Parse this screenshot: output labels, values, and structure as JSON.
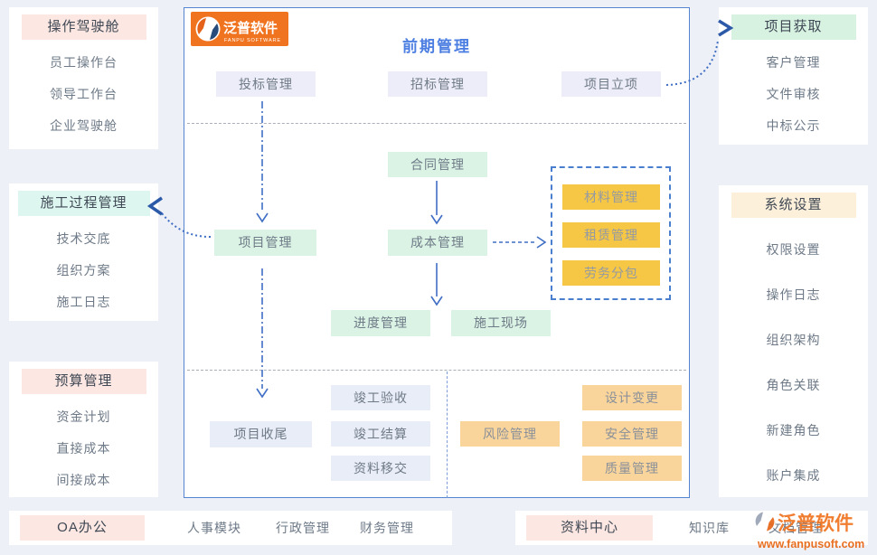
{
  "brand": {
    "logo_text": "泛普软件",
    "logo_subtext": "FANPU SOFTWARE",
    "watermark_text": "泛普软件",
    "watermark_url": "www.fanpusoft.com"
  },
  "left_panels": [
    {
      "title": "操作驾驶舱",
      "items": [
        "员工操作台",
        "领导工作台",
        "企业驾驶舱"
      ]
    },
    {
      "title": "施工过程管理",
      "items": [
        "技术交底",
        "组织方案",
        "施工日志"
      ]
    },
    {
      "title": "预算管理",
      "items": [
        "资金计划",
        "直接成本",
        "间接成本"
      ]
    }
  ],
  "right_panels": [
    {
      "title": "项目获取",
      "items": [
        "客户管理",
        "文件审核",
        "中标公示"
      ]
    },
    {
      "title": "系统设置",
      "items": [
        "权限设置",
        "操作日志",
        "组织架构",
        "角色关联",
        "新建角色",
        "账户集成"
      ]
    }
  ],
  "bottom_bars": [
    {
      "title": "OA办公",
      "items": [
        "人事模块",
        "行政管理",
        "财务管理"
      ]
    },
    {
      "title": "资料中心",
      "items": [
        "知识库",
        "文档管理"
      ]
    }
  ],
  "diagram": {
    "title": "前期管理",
    "nodes": {
      "bid": "投标管理",
      "tender": "招标管理",
      "approval": "项目立项",
      "contract": "合同管理",
      "project": "项目管理",
      "cost": "成本管理",
      "material": "材料管理",
      "lease": "租赁管理",
      "labor": "劳务分包",
      "schedule": "进度管理",
      "site": "施工现场",
      "closeout": "项目收尾",
      "acceptance": "竣工验收",
      "settlement": "竣工结算",
      "handover": "资料移交",
      "risk": "风险管理",
      "design": "设计变更",
      "safety": "安全管理",
      "quality": "质量管理"
    }
  },
  "colors": {
    "page_bg": "#eef0f7",
    "accent_blue": "#4d7fe2",
    "arrow_blue": "#3f6ec4",
    "panel_border_blue": "#5585d0",
    "header_pink": "#fce7e2",
    "header_cyan": "#ddf6f0",
    "header_green": "#d8f2e2",
    "header_peach": "#fdf0da",
    "node_lavender": "#ededf9",
    "node_mint": "#daf3e4",
    "node_bluegray": "#e8edf7",
    "node_yellow": "#f6c745",
    "node_orange": "#f9d59c",
    "logo_orange": "#f0731f"
  }
}
